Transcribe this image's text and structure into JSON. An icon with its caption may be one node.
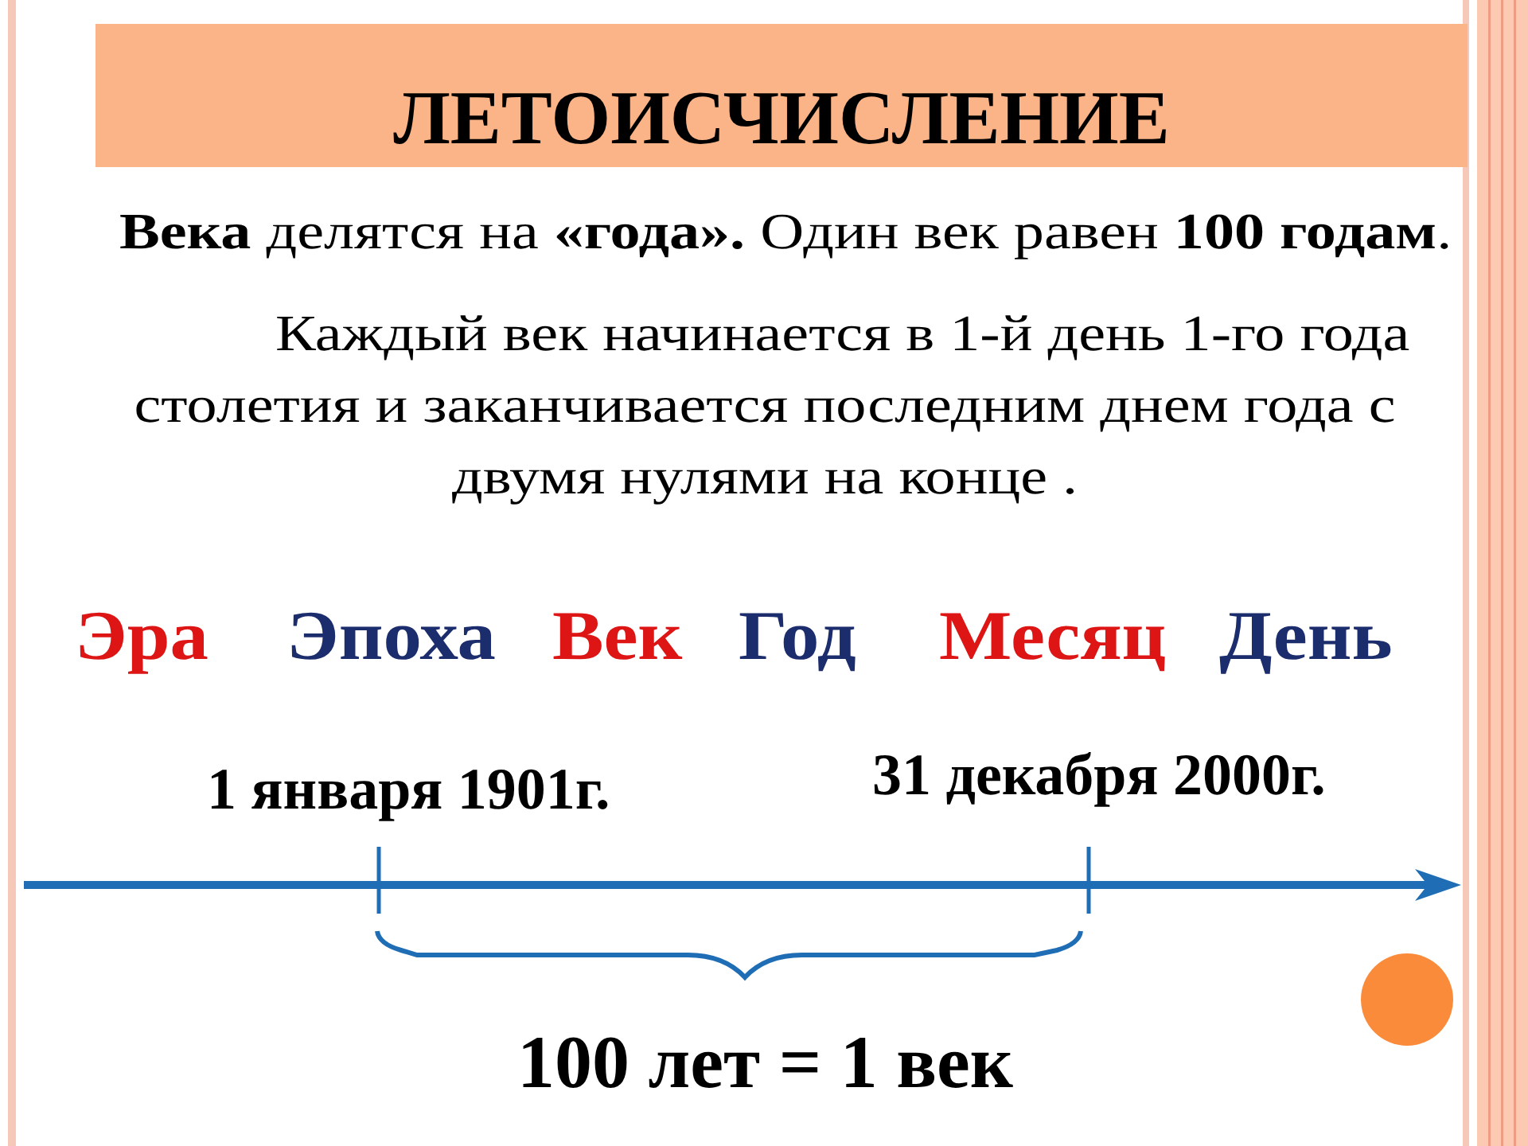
{
  "diagram": {
    "title": "ЛЕТОИСЧИСЛЕНИЕ",
    "labels": [
      "**Века** делятся на **«года».** Один век равен **100 годам**.",
      "Каждый век начинается в 1-й день 1-го года столетия и заканчивается последним днем года с двумя нулями на конце .",
      "Эра",
      "Эпоха",
      "Век",
      "Год",
      "Месяц",
      "День",
      "1 января 1901г.",
      "31 декабря 2000г.",
      "100 лет = 1 век"
    ]
  }
}
